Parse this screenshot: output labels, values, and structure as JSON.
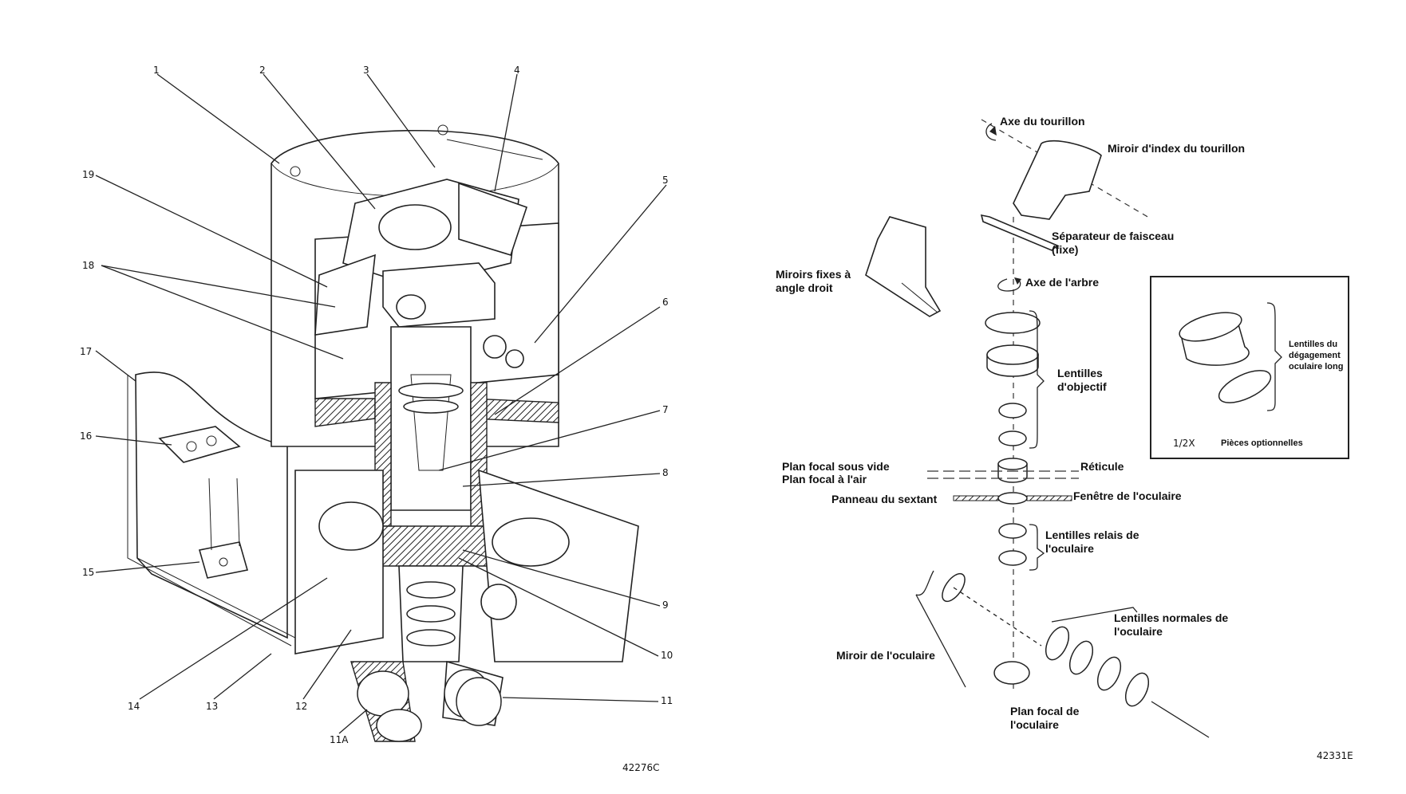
{
  "left_figure": {
    "callouts": [
      "1",
      "2",
      "3",
      "4",
      "5",
      "6",
      "7",
      "8",
      "9",
      "10",
      "11",
      "11A",
      "12",
      "13",
      "14",
      "15",
      "16",
      "17",
      "18",
      "19"
    ],
    "code": "42276C"
  },
  "right_figure": {
    "labels": {
      "trunnion_axis": "Axe du tourillon",
      "trunnion_index_mirror": "Miroir d'index du tourillon",
      "beam_splitter_1": "Séparateur de faisceau",
      "beam_splitter_2": "(fixe)",
      "fixed_mirrors_1": "Miroirs fixes à",
      "fixed_mirrors_2": "angle droit",
      "shaft_axis": "Axe de l'arbre",
      "objective_lenses_1": "Lentilles",
      "objective_lenses_2": "d'objectif",
      "vacuum_focal_plane": "Plan focal sous vide",
      "air_focal_plane": "Plan focal à l'air",
      "reticle": "Réticule",
      "sextant_panel": "Panneau du sextant",
      "eyepiece_window": "Fenêtre de l'oculaire",
      "relay_lenses_1": "Lentilles relais de",
      "relay_lenses_2": "l'oculaire",
      "eyepiece_mirror": "Miroir de l'oculaire",
      "normal_lenses_1": "Lentilles normales de",
      "normal_lenses_2": "l'oculaire",
      "eyepiece_focal_plane_1": "Plan focal de",
      "eyepiece_focal_plane_2": "l'oculaire"
    },
    "optional_box": {
      "label_1": "Lentilles du",
      "label_2": "dégagement",
      "label_3": "oculaire long",
      "scale": "1/2X",
      "caption": "Pièces optionnelles"
    },
    "code": "42331E"
  }
}
